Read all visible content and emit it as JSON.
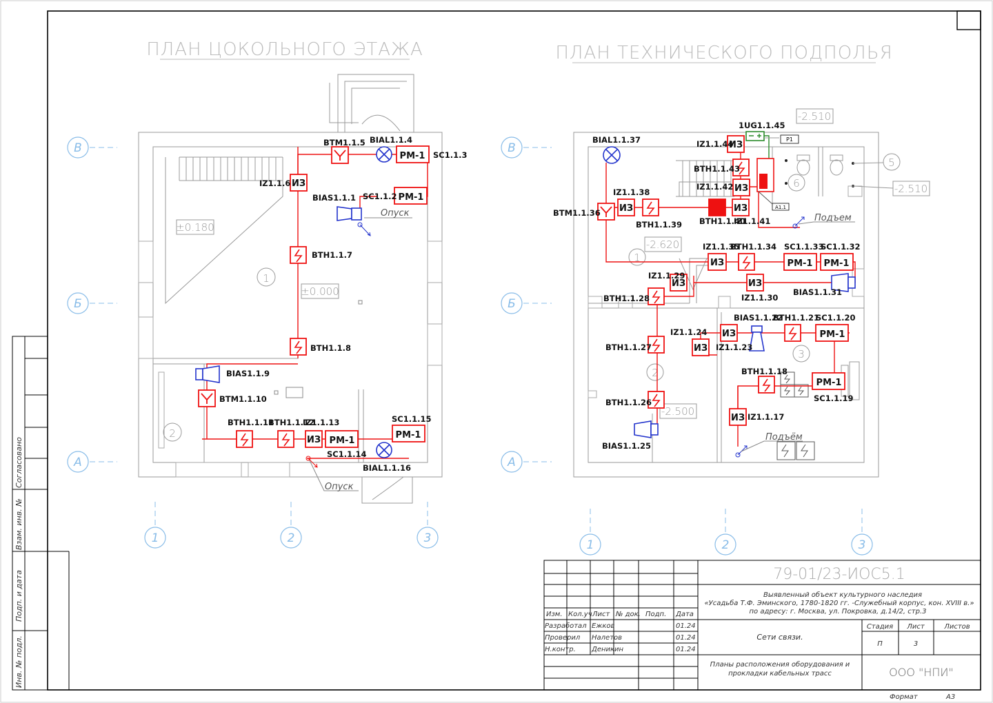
{
  "titles": {
    "left_plan": "ПЛАН ЦОКОЛЬНОГО ЭТАЖА",
    "right_plan": "ПЛАН ТЕХНИЧЕСКОГО ПОДПОЛЬЯ"
  },
  "axes": {
    "rows": [
      "В",
      "Б",
      "А"
    ],
    "cols": [
      "1",
      "2",
      "3"
    ]
  },
  "left_plan": {
    "levels": [
      "±0.180",
      "±0.000"
    ],
    "rooms": [
      "1",
      "2"
    ],
    "notes": [
      "Опуск",
      "Опуск"
    ],
    "labels": {
      "btm115": "BTM1.1.5",
      "bial114": "BIAL1.1.4",
      "sc113": "SC1.1.3",
      "iz116": "IZ1.1.6",
      "bias111": "BIAS1.1.1",
      "sc112": "SC1.1.2",
      "bth117": "BTH1.1.7",
      "bth118": "BTH1.1.8",
      "bias119": "BIAS1.1.9",
      "btm1110": "BTM1.1.10",
      "bth1111": "BTH1.1.11",
      "bth1112": "BTH1.1.12",
      "iz1113": "IZ1.1.13",
      "sc1115": "SC1.1.15",
      "sc1114": "SC1.1.14",
      "bial1116": "BIAL1.1.16"
    }
  },
  "right_plan": {
    "levels": [
      "-2.510",
      "-2.510",
      "-2.620",
      "-2.500"
    ],
    "rooms": [
      "1",
      "2",
      "3",
      "5",
      "6"
    ],
    "notes": [
      "Подъем",
      "Подъём"
    ],
    "small_tags": [
      "P1",
      "A1.1"
    ],
    "labels": {
      "ug1145": "1UG1.1.45",
      "bial1137": "BIAL1.1.37",
      "iz1144": "IZ1.1.44",
      "bth1143": "BTH1.1.43",
      "iz1142": "IZ1.1.42",
      "iz1138": "IZ1.1.38",
      "btm1136": "BTM1.1.36",
      "bth1139": "BTH1.1.39",
      "bth1140": "BTH1.1.40",
      "iz1141": "IZ1.1.41",
      "iz1135": "IZ1.1.35",
      "bth1134": "BTH1.1.34",
      "sc1133": "SC1.1.33",
      "sc1132": "SC1.1.32",
      "iz1129": "IZ1.1.29",
      "iz1130": "IZ1.1.30",
      "bias1131": "BIAS1.1.31",
      "bth1128": "BTH1.1.28",
      "bias1122": "BIAS1.1.22",
      "bth1121": "BTH1.1.21",
      "sc1120": "SC1.1.20",
      "iz1124": "IZ1.1.24",
      "iz1123": "IZ1.1.23",
      "bth1127": "BTH1.1.27",
      "bth1118": "BTH1.1.18",
      "sc1119": "SC1.1.19",
      "bth1126": "BTH1.1.26",
      "iz1117": "IZ1.1.17",
      "bias1125": "BIAS1.1.25"
    }
  },
  "device_text": {
    "iz": "ИЗ",
    "pm": "РМ-1"
  },
  "side_stamp": [
    "Согласовано",
    "Взам. инв. №",
    "Подп. и дата",
    "Инв. № подл."
  ],
  "title_block": {
    "code": "79-01/23-ИОС5.1",
    "object_lines": [
      "Выявленный объект культурного наследия",
      "«Усадьба Т.Ф. Эминского, 1780-1820 гг. -Служебный корпус, кон. XVIII в.»",
      "по адресу: г. Москва, ул. Покровка, д.14/2, стр.3"
    ],
    "headers": [
      "Изм.",
      "Кол.уч",
      "Лист",
      "№ док.",
      "Подп.",
      "Дата"
    ],
    "rows": [
      {
        "role": "Разработал",
        "name": "Ежков",
        "date": "01.24"
      },
      {
        "role": "Проверил",
        "name": "Налетов",
        "date": "01.24"
      },
      {
        "role": "Н.контр.",
        "name": "Деникин",
        "date": "01.24"
      }
    ],
    "section": "Сети связи.",
    "sheet_title_1": "Планы расположения оборудования и",
    "sheet_title_2": "прокладки кабельных трасс",
    "stage_hdr": "Стадия",
    "sheet_hdr": "Лист",
    "sheets_hdr": "Листов",
    "stage": "П",
    "sheet": "3",
    "company": "ООО \"НПИ\"",
    "format_label": "Формат",
    "format": "А3"
  }
}
